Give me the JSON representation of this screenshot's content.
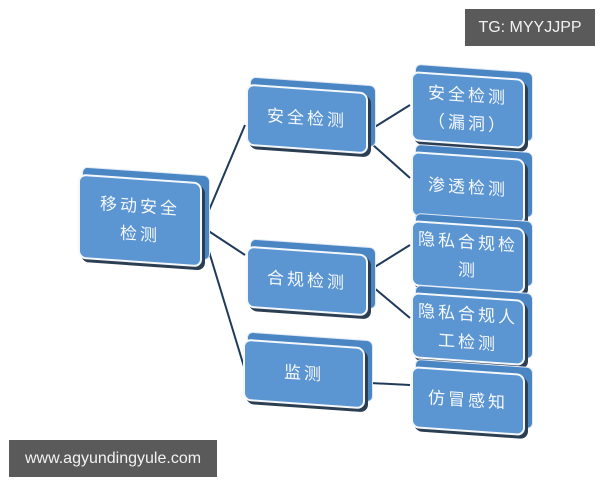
{
  "watermarks": {
    "top_right": "TG: MYYJJPP",
    "bottom_left": "www.agyundingyule.com"
  },
  "diagram": {
    "type": "tree",
    "root": {
      "label_line1": "移动安全",
      "label_line2": "检测"
    },
    "level1": [
      {
        "label": "安全检测"
      },
      {
        "label": "合规检测"
      },
      {
        "label": "监测"
      }
    ],
    "level2": [
      {
        "label_line1": "安全检测",
        "label_line2": "（漏洞）",
        "parent": "安全检测"
      },
      {
        "label_line1": "渗透检测",
        "label_line2": "",
        "parent": "安全检测"
      },
      {
        "label_line1": "隐私合规检",
        "label_line2": "测",
        "parent": "合规检测"
      },
      {
        "label_line1": "隐私合规人",
        "label_line2": "工检测",
        "parent": "合规检测"
      },
      {
        "label_line1": "仿冒感知",
        "label_line2": "",
        "parent": "监测"
      }
    ],
    "colors": {
      "box_fill": "#5b95d2",
      "box_border": "#f4f8fc",
      "connector": "#1f3a5a",
      "text": "#f5f8fc"
    }
  }
}
